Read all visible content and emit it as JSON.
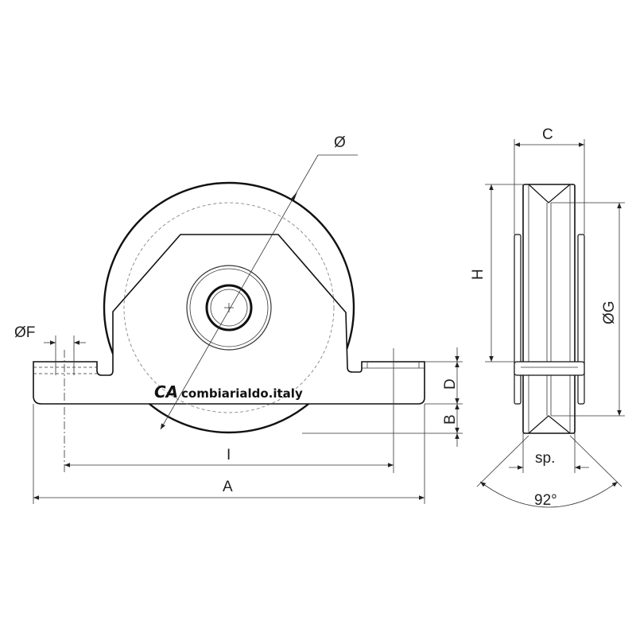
{
  "labels": {
    "diameter": "Ø",
    "hole_diameter": "ØF",
    "d": "D",
    "b": "B",
    "i": "I",
    "a": "A",
    "c": "C",
    "h": "H",
    "groove_diameter": "ØG",
    "thickness": "sp.",
    "angle": "92°"
  },
  "logo": {
    "mark": "CA",
    "text": "combiarialdo.italy"
  }
}
